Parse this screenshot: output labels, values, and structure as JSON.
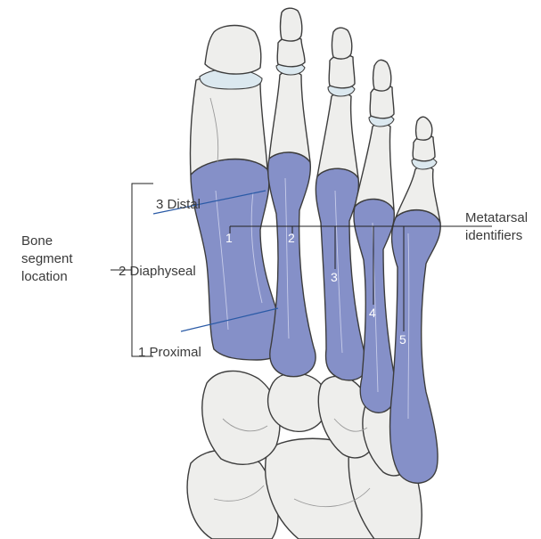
{
  "labels": {
    "bone_segment_line1": "Bone",
    "bone_segment_line2": "segment",
    "bone_segment_line3": "location",
    "distal": "3 Distal",
    "diaphyseal": "2 Diaphyseal",
    "proximal": "1 Proximal",
    "metatarsal_line1": "Metatarsal",
    "metatarsal_line2": "identifiers"
  },
  "metatarsal_numbers": [
    "1",
    "2",
    "3",
    "4",
    "5"
  ],
  "colors": {
    "metatarsal_fill": "#8590c8",
    "bone_fill": "#eeeeec",
    "joint_fill": "#dbe8ef",
    "segment_leader": "#2a5aa6"
  }
}
